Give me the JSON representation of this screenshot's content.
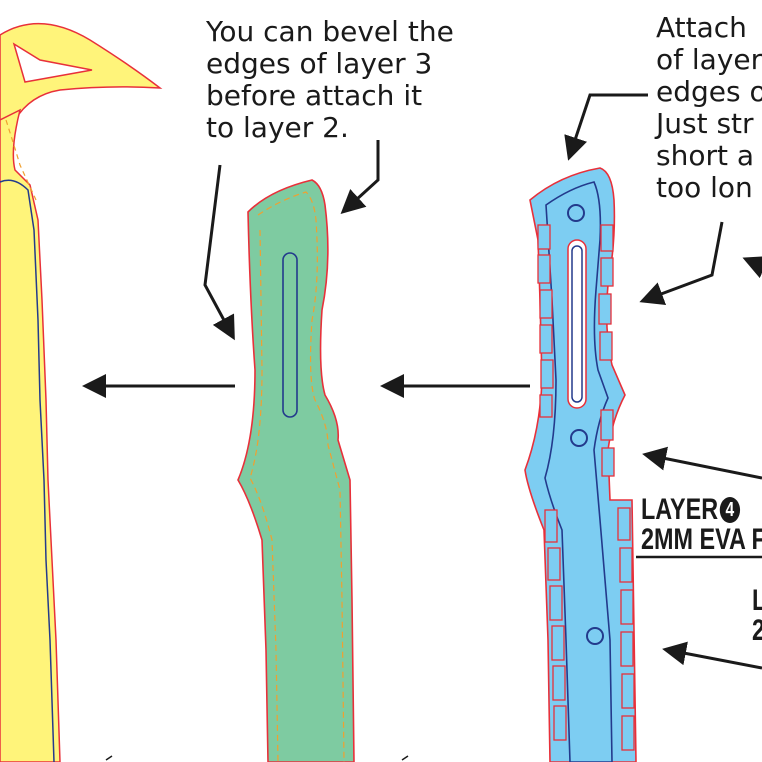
{
  "notes": {
    "left": [
      "You can bevel the",
      "edges of layer 3",
      "before attach it",
      "to layer 2."
    ],
    "right": [
      "Attach",
      "of layer",
      "edges o",
      "Just str",
      "short a",
      "too lon"
    ]
  },
  "labels": {
    "layer4": {
      "word": "LAYER",
      "number": "4",
      "material": "2MM EVA FO"
    },
    "layer5": {
      "lines": [
        "L",
        "2"
      ]
    }
  },
  "colors": {
    "layer1_fill": "#FFF47A",
    "layer3_fill": "#7ECBA1",
    "layer4_fill": "#7DCDF2",
    "outline_red": "#E8303A",
    "outline_blue": "#233A8C",
    "dash_orange": "#F0A030",
    "arrow": "#1a1a1a"
  }
}
